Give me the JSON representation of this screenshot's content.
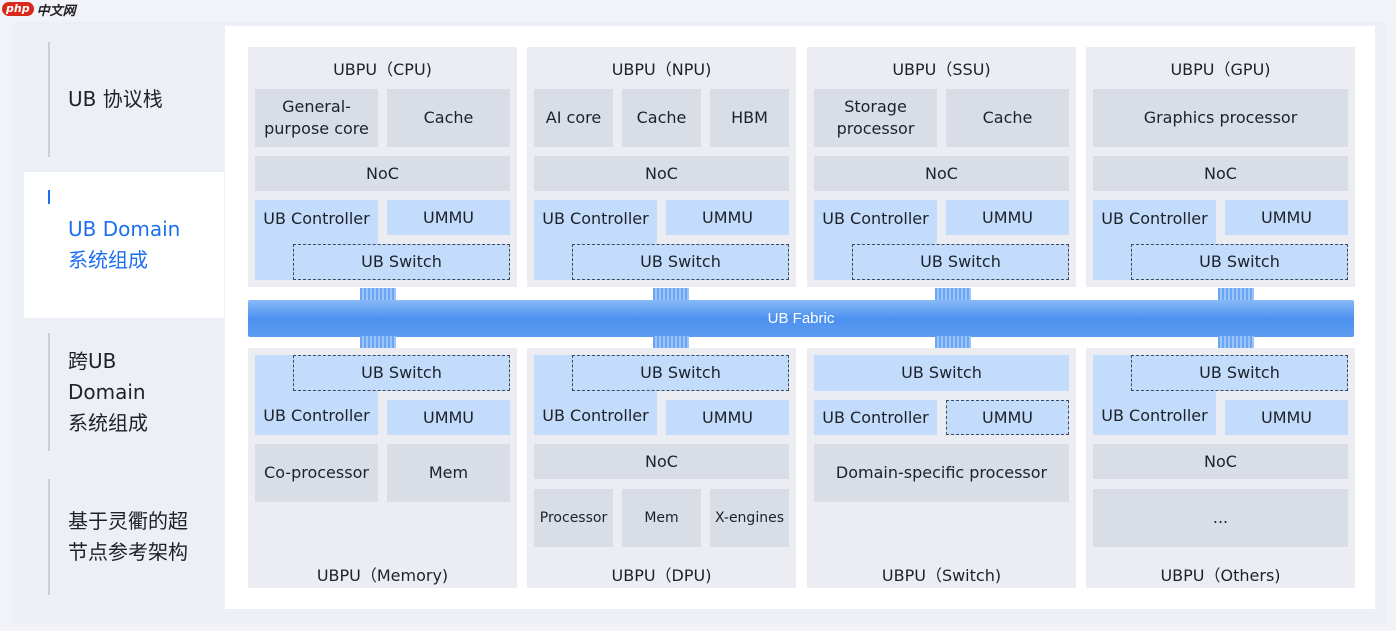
{
  "watermark": {
    "badge": "php",
    "text": "中文网"
  },
  "nav": [
    {
      "label": "UB 协议栈"
    },
    {
      "label": "UB Domain\n系统组成"
    },
    {
      "label": "跨UB\nDomain\n系统组成"
    },
    {
      "label": "基于灵衢的超\n节点参考架构"
    }
  ],
  "fabric": {
    "label": "UB Fabric"
  },
  "top_panels": [
    {
      "title": "UBPU（CPU)",
      "compute": [
        "General-\npurpose core",
        "Cache"
      ],
      "noc": "NoC",
      "controller": "UB Controller",
      "ummu": "UMMU",
      "switch": "UB Switch"
    },
    {
      "title": "UBPU（NPU)",
      "compute": [
        "AI core",
        "Cache",
        "HBM"
      ],
      "noc": "NoC",
      "controller": "UB Controller",
      "ummu": "UMMU",
      "switch": "UB Switch"
    },
    {
      "title": "UBPU（SSU)",
      "compute": [
        "Storage\nprocessor",
        "Cache"
      ],
      "noc": "NoC",
      "controller": "UB Controller",
      "ummu": "UMMU",
      "switch": "UB Switch"
    },
    {
      "title": "UBPU（GPU)",
      "compute": [
        "Graphics processor"
      ],
      "noc": "NoC",
      "controller": "UB Controller",
      "ummu": "UMMU",
      "switch": "UB Switch"
    }
  ],
  "bottom_panels": [
    {
      "title": "UBPU（Memory)",
      "switch": "UB Switch",
      "controller": "UB Controller",
      "ummu": "UMMU",
      "compute": [
        "Co-processor",
        "Mem"
      ]
    },
    {
      "title": "UBPU（DPU)",
      "switch": "UB Switch",
      "controller": "UB Controller",
      "ummu": "UMMU",
      "noc": "NoC",
      "compute": [
        "Processor",
        "Mem",
        "X-engines"
      ]
    },
    {
      "title": "UBPU（Switch)",
      "switch": "UB Switch",
      "controller": "UB Controller",
      "ummu": "UMMU",
      "compute": [
        "Domain-specific processor"
      ]
    },
    {
      "title": "UBPU（Others)",
      "switch": "UB Switch",
      "controller": "UB Controller",
      "ummu": "UMMU",
      "noc": "NoC",
      "compute": [
        "..."
      ]
    }
  ],
  "colors": {
    "accent": "#1d6ff2",
    "blue_block": "#c3dcfb",
    "gray_block": "#d9dde6",
    "fabric": "#5d9cf2"
  }
}
